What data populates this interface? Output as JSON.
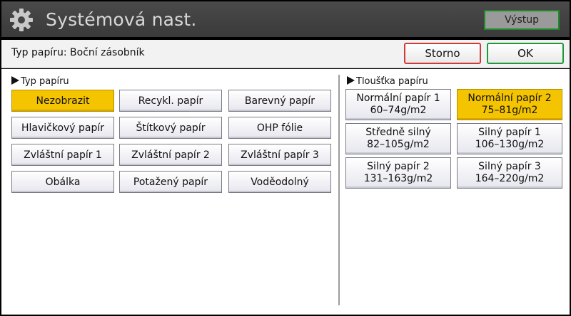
{
  "titlebar": {
    "title": "Systémová nast.",
    "exit_label": "Výstup"
  },
  "header": {
    "text": "Typ papíru: Boční zásobník",
    "cancel_label": "Storno",
    "ok_label": "OK"
  },
  "paper_type": {
    "label": "Typ papíru",
    "selected": "Nezobrazit",
    "items": [
      "Nezobrazit",
      "Recykl. papír",
      "Barevný papír",
      "Hlavičkový papír",
      "Štítkový papír",
      "OHP fólie",
      "Zvláštní papír 1",
      "Zvláštní papír 2",
      "Zvláštní papír 3",
      "Obálka",
      "Potažený papír",
      "Voděodolný"
    ]
  },
  "thickness": {
    "label": "Tloušťka papíru",
    "selected": "Normální papír 2",
    "items": [
      {
        "name": "Normální papír 1",
        "range": "60–74g/m2"
      },
      {
        "name": "Normální papír 2",
        "range": "75–81g/m2"
      },
      {
        "name": "Středně silný",
        "range": "82–105g/m2"
      },
      {
        "name": "Silný papír 1",
        "range": "106–130g/m2"
      },
      {
        "name": "Silný papír 2",
        "range": "131–163g/m2"
      },
      {
        "name": "Silný papír 3",
        "range": "164–220g/m2"
      }
    ]
  },
  "colors": {
    "selected": "#f5c400",
    "titlebar": "#3f3f3f",
    "cancel_border": "#d23a3a",
    "ok_border": "#1f9a3a"
  },
  "icons": {
    "settings": "gear-icon",
    "section_marker": "triangle-right-icon"
  }
}
